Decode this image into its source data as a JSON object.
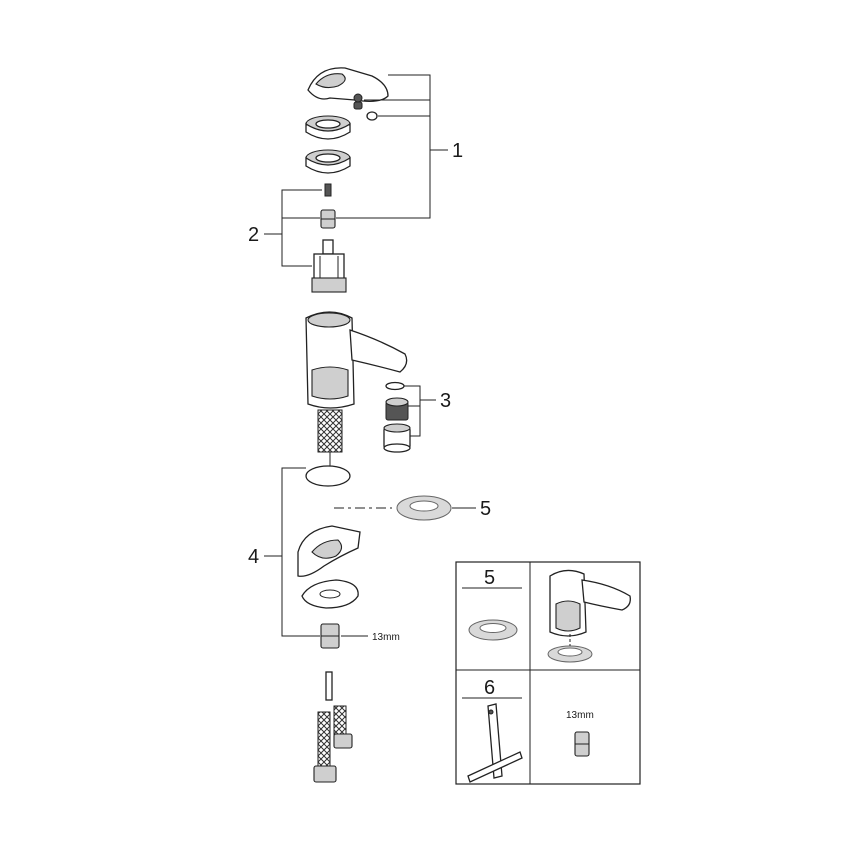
{
  "callouts": {
    "c1": "1",
    "c2": "2",
    "c3": "3",
    "c4": "4",
    "c5": "5"
  },
  "wrench_size_label": "13mm",
  "inset": {
    "cell_5_number": "5",
    "cell_6_number": "6",
    "wrench_size_label": "13mm"
  }
}
